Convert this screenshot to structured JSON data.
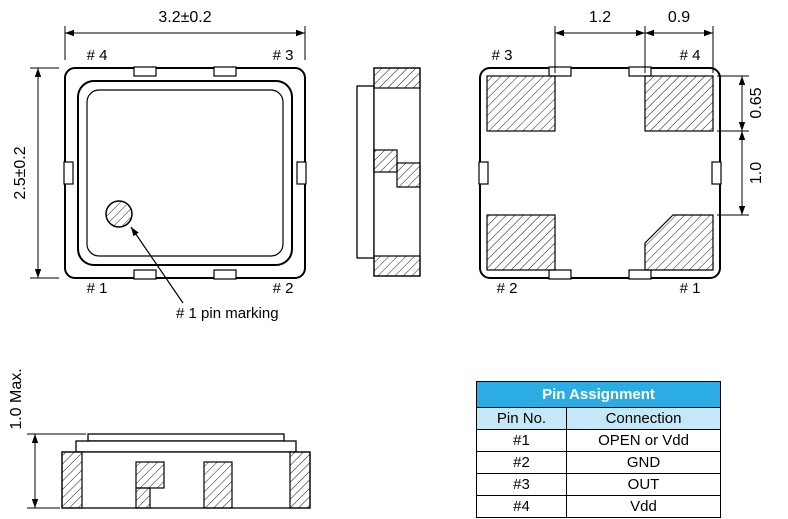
{
  "top_view": {
    "dim_width": "3.2±0.2",
    "dim_height": "2.5±0.2",
    "pin_top_left": "# 4",
    "pin_top_right": "# 3",
    "pin_bottom_left": "# 1",
    "pin_bottom_right": "# 2",
    "marking_label": "# 1 pin marking"
  },
  "bottom_view": {
    "dim_gap_x": "1.2",
    "dim_pad_w": "0.9",
    "dim_pad_h": "0.65",
    "dim_gap_y": "1.0",
    "pin_top_left": "# 3",
    "pin_top_right": "# 4",
    "pin_bottom_left": "# 2",
    "pin_bottom_right": "# 1"
  },
  "front_view": {
    "dim_height": "1.0 Max."
  },
  "pin_table": {
    "title": "Pin Assignment",
    "col_pin": "Pin No.",
    "col_connection": "Connection",
    "rows": [
      {
        "pin": "#1",
        "connection": "OPEN or Vdd"
      },
      {
        "pin": "#2",
        "connection": "GND"
      },
      {
        "pin": "#3",
        "connection": "OUT"
      },
      {
        "pin": "#4",
        "connection": "Vdd"
      }
    ],
    "colors": {
      "title_bg": "#2BACE2",
      "title_text": "#FFFFFF",
      "subheader_bg": "#C5E8F8",
      "line_color": "#000000"
    }
  }
}
